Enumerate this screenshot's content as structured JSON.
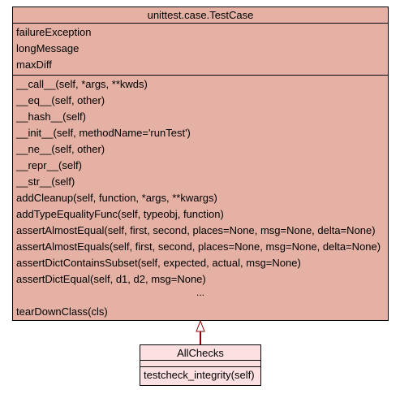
{
  "testcase": {
    "name": "unittest.case.TestCase",
    "attributes": [
      "failureException",
      "longMessage",
      "maxDiff"
    ],
    "methods": [
      "__call__(self, *args, **kwds)",
      "__eq__(self, other)",
      "__hash__(self)",
      "__init__(self, methodName='runTest')",
      "__ne__(self, other)",
      "__repr__(self)",
      "__str__(self)",
      "addCleanup(self, function, *args, **kwargs)",
      "addTypeEqualityFunc(self, typeobj, function)",
      "assertAlmostEqual(self, first, second, places=None, msg=None, delta=None)",
      "assertAlmostEquals(self, first, second, places=None, msg=None, delta=None)",
      "assertDictContainsSubset(self, expected, actual, msg=None)",
      "assertDictEqual(self, d1, d2, msg=None)"
    ],
    "ellipsis": "...",
    "last_method": "tearDownClass(cls)",
    "fill_color": "#e4b1a4"
  },
  "allchecks": {
    "name": "AllChecks",
    "methods": [
      "testcheck_integrity(self)"
    ],
    "fill_color": "#fde0e2"
  },
  "relation": {
    "type": "inheritance",
    "line_color": "#8b0000"
  }
}
